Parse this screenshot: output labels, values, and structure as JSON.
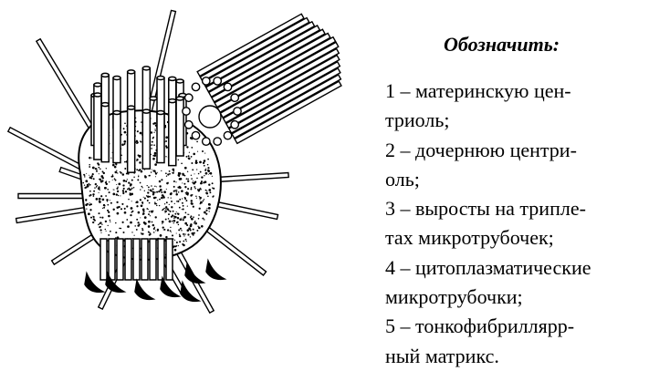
{
  "legend": {
    "title": "Обозначить:",
    "lines": [
      "1 – материнскую цен-",
      "триоль;",
      "2 – дочернюю центри-",
      "оль;",
      "3 – выросты на триплe-",
      "тах микротрубочек;",
      "4 – цитоплазматические",
      "микротрубочки;",
      "5 – тонкофибриллярр-",
      "ный матрикс."
    ]
  }
}
